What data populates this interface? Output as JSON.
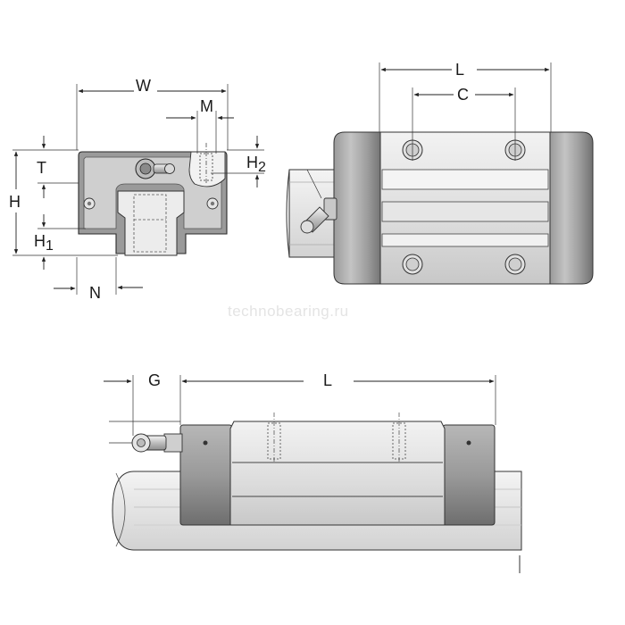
{
  "watermark": "technobearing.ru",
  "front_view": {
    "labels": {
      "W": "W",
      "M": "M",
      "T": "T",
      "H": "H",
      "H2": "H",
      "H2_sub": "2",
      "H1": "H",
      "H1_sub": "1",
      "N": "N"
    }
  },
  "top_view": {
    "labels": {
      "L": "L",
      "C": "C"
    }
  },
  "side_view": {
    "labels": {
      "G": "G",
      "L": "L"
    }
  },
  "colors": {
    "metal_light": "#e8e8e8",
    "metal_mid": "#c9c9c9",
    "metal_dark": "#8a8a8a",
    "cap_dark": "#6f6f6f",
    "outline": "#2a2a2a"
  }
}
